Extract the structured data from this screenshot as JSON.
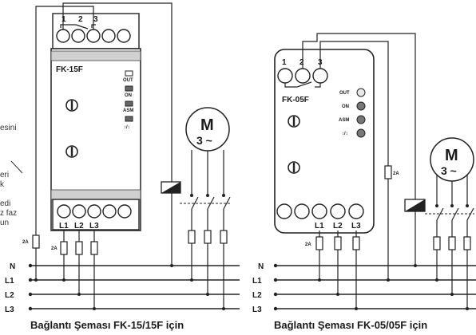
{
  "text_fragments": [
    "esini",
    "eri",
    "k",
    "edi",
    "z faz",
    "un"
  ],
  "bus_lines": [
    "N",
    "L1",
    "L2",
    "L3"
  ],
  "left_device": {
    "model": "FK-15F",
    "top_terminals": [
      "1",
      "2",
      "3"
    ],
    "indicators": [
      "OUT",
      "ON",
      "ASM",
      "↕/↕"
    ],
    "bottom_terminals": [
      "L1",
      "L2",
      "L3"
    ],
    "fuse_label": "2A",
    "fuse_label_2": "2A",
    "caption": "Bağlantı Şeması FK-15/15F için"
  },
  "right_device": {
    "model": "FK-05F",
    "top_terminals": [
      "1",
      "2",
      "3"
    ],
    "indicators": [
      "OUT",
      "ON",
      "ASM",
      "↕/↕"
    ],
    "bottom_terminals": [
      "L1",
      "L2",
      "L3"
    ],
    "fuse_label": "2A",
    "fuse_label_2": "2A",
    "caption": "Bağlantı Şeması FK-05/05F için"
  },
  "motor_left": {
    "letter": "M",
    "phase": "3 ~"
  },
  "motor_right": {
    "letter": "M",
    "phase": "3 ~"
  }
}
